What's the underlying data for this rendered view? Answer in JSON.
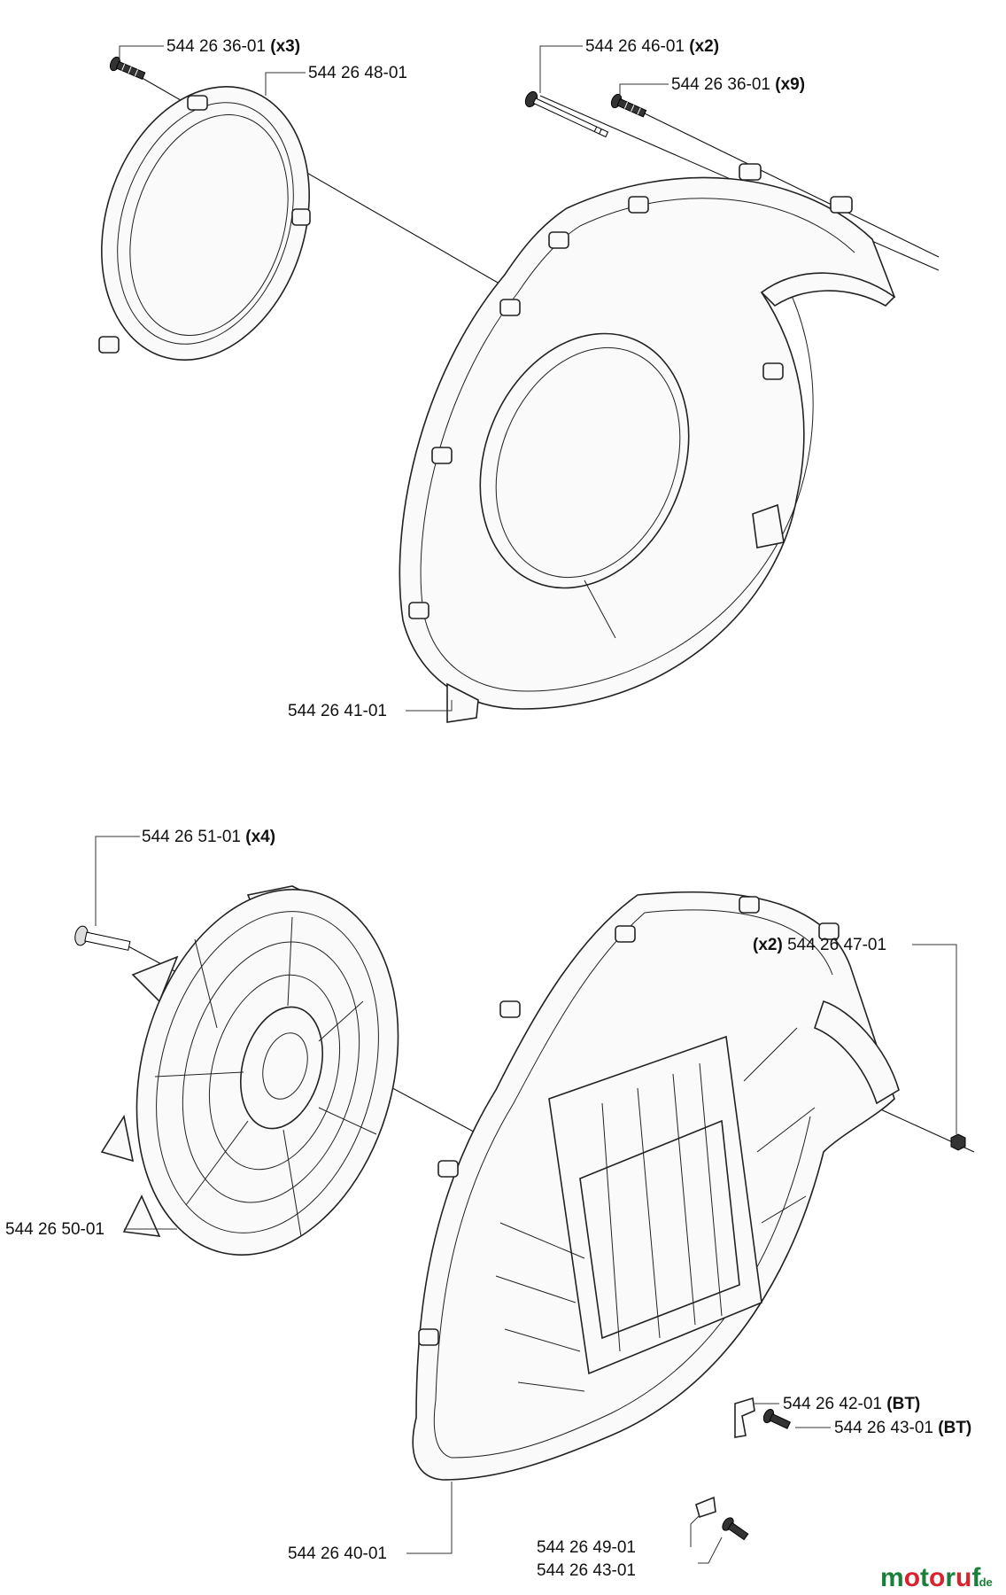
{
  "callouts": [
    {
      "part": "544 26 36-01",
      "qty": "(x3)"
    },
    {
      "part": "544 26 48-01",
      "qty": ""
    },
    {
      "part": "544 26 46-01",
      "qty": "(x2)"
    },
    {
      "part": "544 26 36-01",
      "qty": "(x9)"
    },
    {
      "part": "544 26 41-01",
      "qty": ""
    },
    {
      "part": "544 26 51-01",
      "qty": "(x4)"
    },
    {
      "part": "544 26 47-01",
      "qty": "(x2)"
    },
    {
      "part": "544 26 50-01",
      "qty": ""
    },
    {
      "part": "544 26 42-01",
      "qty": "(BT)"
    },
    {
      "part": "544 26 43-01",
      "qty": "(BT)"
    },
    {
      "part": "544 26 49-01",
      "qty": ""
    },
    {
      "part": "544 26 43-01",
      "qty": ""
    },
    {
      "part": "544 26 40-01",
      "qty": ""
    }
  ],
  "watermark": {
    "letters": [
      "m",
      "o",
      "t",
      "o",
      "r",
      "u",
      "f"
    ],
    "colors": [
      "#1a7f3a",
      "#d9232e",
      "#1a7f3a",
      "#d9232e",
      "#1a7f3a",
      "#d9232e",
      "#1a7f3a"
    ],
    "suffix": ".de"
  }
}
